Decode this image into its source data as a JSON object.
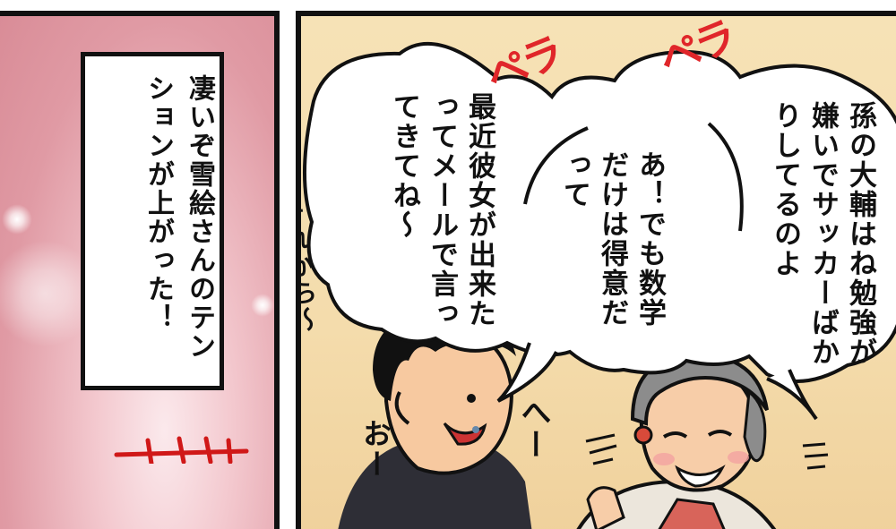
{
  "caption": {
    "text": "凄いぞ雪絵さんのテンションが上がった！"
  },
  "right_panel": {
    "sfx_pera_1": "ペラ",
    "sfx_pera_2": "ペラ",
    "bubble_grandmother_1": "孫の大輔はね勉強が嫌いでサッカーばかりしてるのよ",
    "bubble_grandmother_2": "あ！でも数学だけは得意だって",
    "bubble_grandmother_3": "最近彼女が出来たってメールで言ってきてね〜",
    "sokarakara": "それから〜",
    "boy_reply_1": "へー",
    "boy_reply_2": "おー"
  }
}
